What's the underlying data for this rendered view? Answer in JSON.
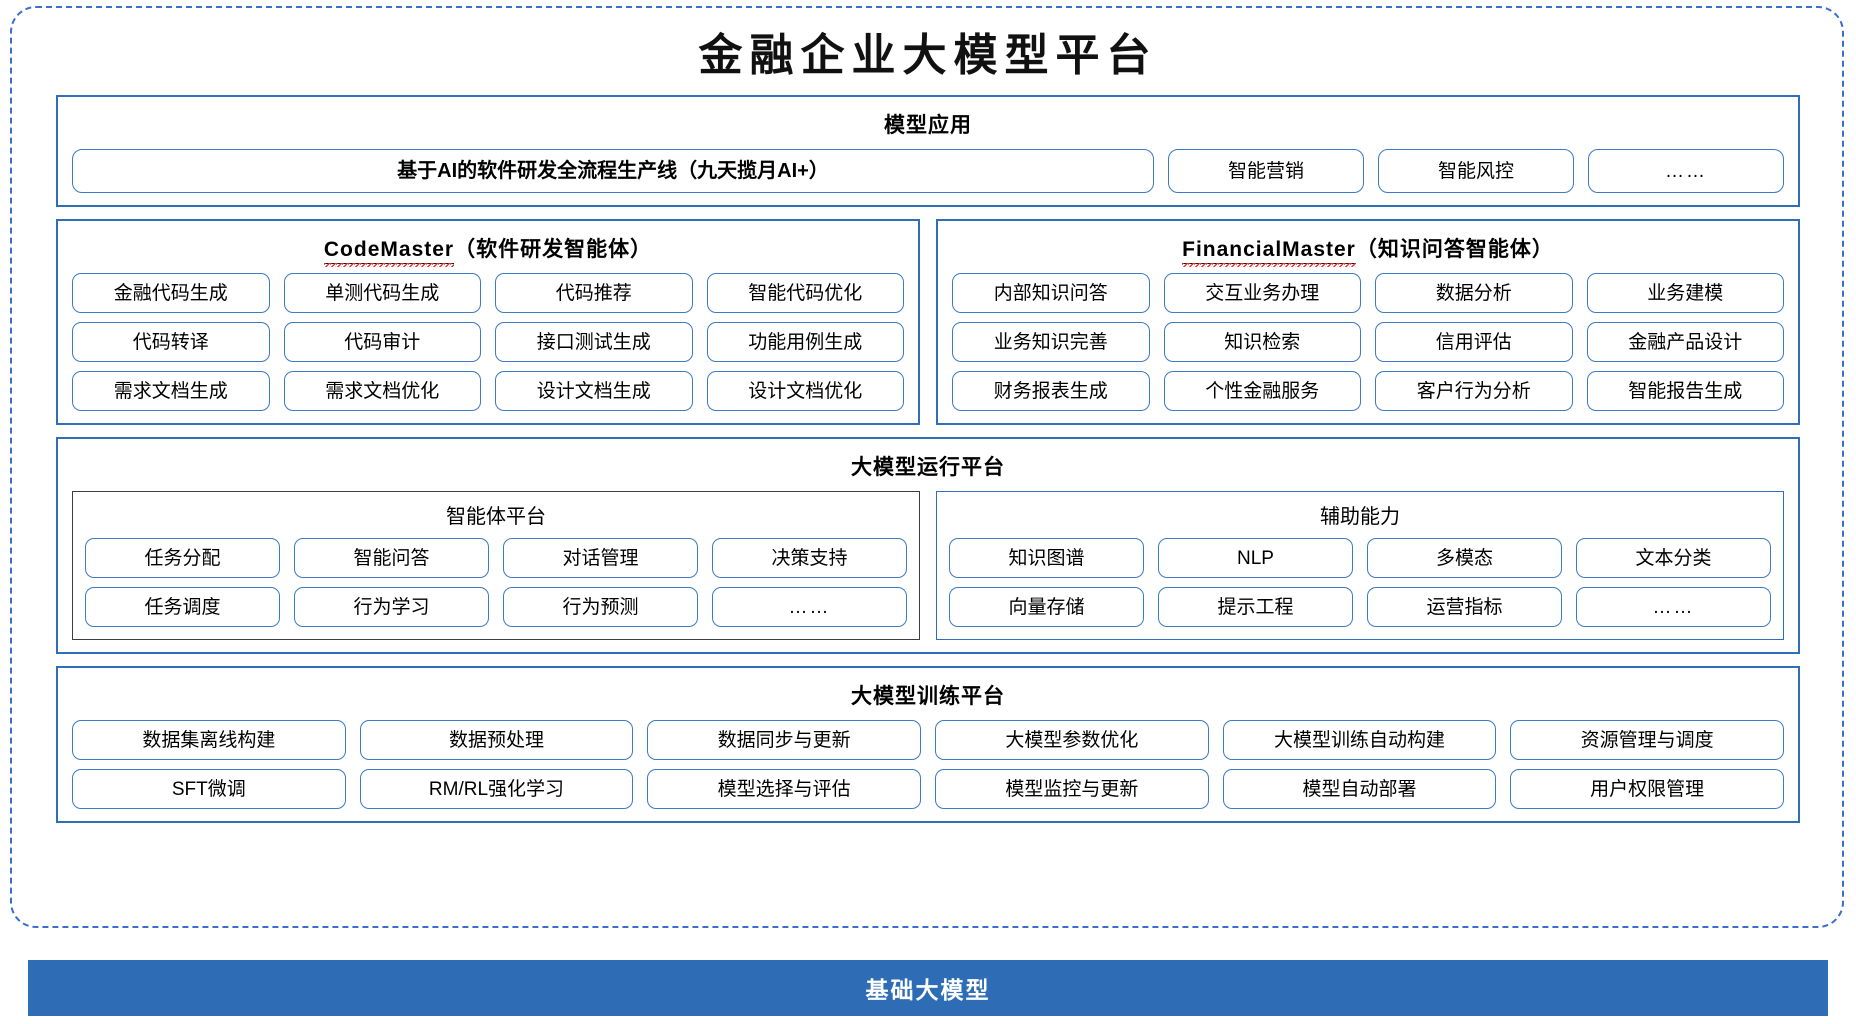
{
  "page": {
    "title": "金融企业大模型平台",
    "accent_blue": "#2e6fb7",
    "pill_border": "#3b7ac4",
    "base_bar_blue": "#2e6db5",
    "spellcheck_red": "#e03030"
  },
  "model_application": {
    "section_title": "模型应用",
    "main_item": "基于AI的软件研发全流程生产线（九天揽月AI+）",
    "chips": [
      "智能营销",
      "智能风控",
      "……"
    ]
  },
  "code_master": {
    "name_en": "CodeMaster",
    "name_cn": "（软件研发智能体）",
    "items": [
      "金融代码生成",
      "单测代码生成",
      "代码推荐",
      "智能代码优化",
      "代码转译",
      "代码审计",
      "接口测试生成",
      "功能用例生成",
      "需求文档生成",
      "需求文档优化",
      "设计文档生成",
      "设计文档优化"
    ]
  },
  "financial_master": {
    "name_en": "FinancialMaster",
    "name_cn": "（知识问答智能体）",
    "items": [
      "内部知识问答",
      "交互业务办理",
      "数据分析",
      "业务建模",
      "业务知识完善",
      "知识检索",
      "信用评估",
      "金融产品设计",
      "财务报表生成",
      "个性金融服务",
      "客户行为分析",
      "智能报告生成"
    ]
  },
  "runtime_platform": {
    "section_title": "大模型运行平台",
    "agent_platform": {
      "title": "智能体平台",
      "items": [
        "任务分配",
        "智能问答",
        "对话管理",
        "决策支持",
        "任务调度",
        "行为学习",
        "行为预测",
        "……"
      ]
    },
    "support_capability": {
      "title": "辅助能力",
      "items": [
        "知识图谱",
        "NLP",
        "多模态",
        "文本分类",
        "向量存储",
        "提示工程",
        "运营指标",
        "……"
      ]
    }
  },
  "training_platform": {
    "section_title": "大模型训练平台",
    "items": [
      "数据集离线构建",
      "数据预处理",
      "数据同步与更新",
      "大模型参数优化",
      "大模型训练自动构建",
      "资源管理与调度",
      "SFT微调",
      "RM/RL强化学习",
      "模型选择与评估",
      "模型监控与更新",
      "模型自动部署",
      "用户权限管理"
    ]
  },
  "base_model": {
    "label": "基础大模型"
  }
}
